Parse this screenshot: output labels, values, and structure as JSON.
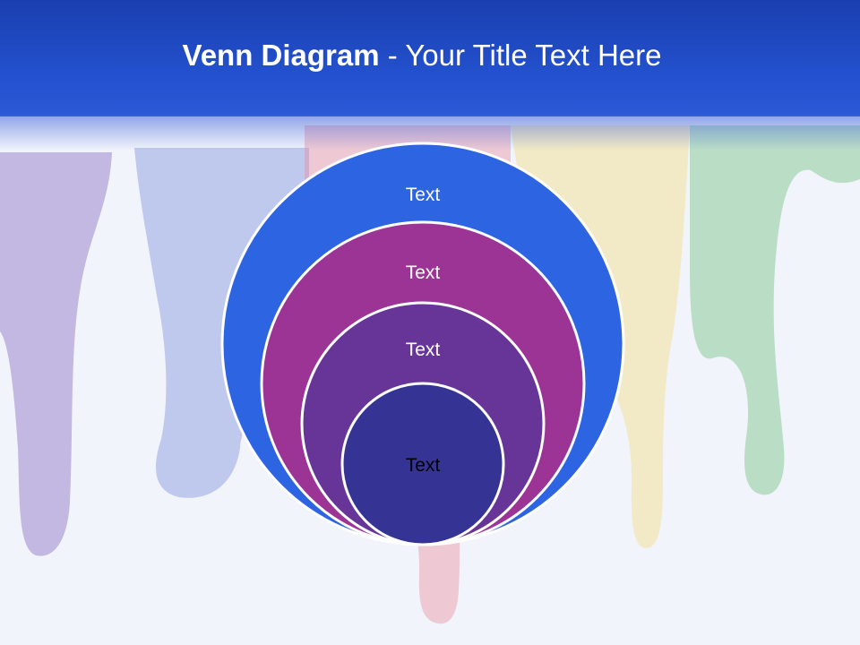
{
  "slide": {
    "title_bold": "Venn Diagram",
    "title_rest": " - Your Title Text Here"
  },
  "diagram": {
    "type": "nested-circles",
    "circles": [
      {
        "label": "Text",
        "fill": "#2d64e2",
        "label_color": "#ffffff"
      },
      {
        "label": "Text",
        "fill": "#9b3494",
        "label_color": "#ffffff"
      },
      {
        "label": "Text",
        "fill": "#673597",
        "label_color": "#ffffff"
      },
      {
        "label": "Text",
        "fill": "#353394",
        "label_color": "#000000"
      }
    ]
  },
  "colors": {
    "header": "#2452d0",
    "background": "#f2f4fb",
    "circle_stroke": "#ffffff"
  }
}
